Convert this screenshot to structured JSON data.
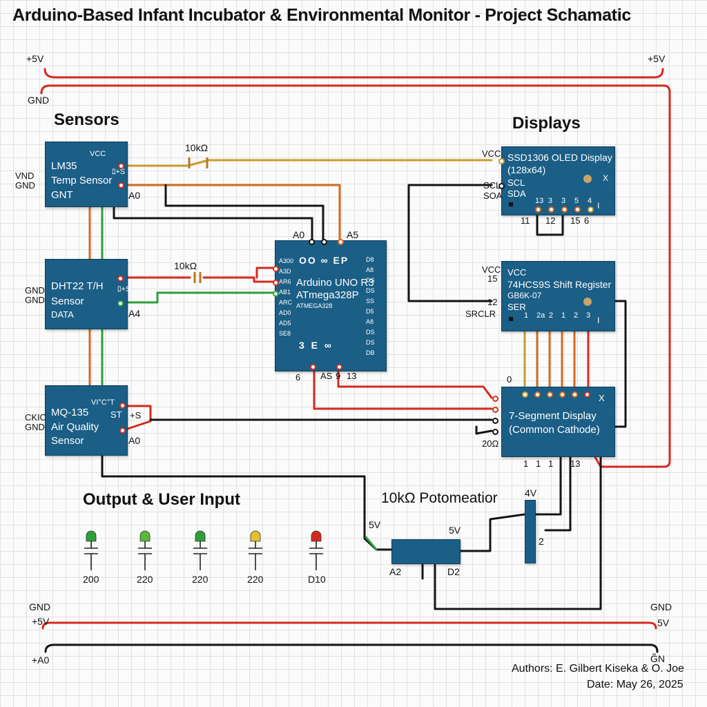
{
  "title": "Arduino-Based Infant Incubator & Environmental Monitor - Project Schamatic",
  "rails": {
    "top_left_label": "+5V",
    "top_right_label": "+5V",
    "top_gnd_label": "GND",
    "bottom_gnd_left": "GND",
    "bottom_5v_left": "+5V",
    "bottom_a0_left": "+A0",
    "bottom_gnd_right": "GND",
    "bottom_5v_right": "5V",
    "bottom_gnd_right2": "G̃N"
  },
  "sections": {
    "sensors": "Sensors",
    "displays": "Displays",
    "output": "Output & User Input"
  },
  "lm35": {
    "line1": "LM35",
    "line2": "Temp Sensor",
    "line3": "GNT",
    "vcc": "VCC",
    "pin_r": "ﾛ+S",
    "a0": "A0",
    "left1": "VND",
    "left2": "GND"
  },
  "dht22": {
    "line1": "DHT22 T/H",
    "line2": "Sensor",
    "line3": "DATA",
    "pin_r": "ﾛ+S",
    "a4": "A4",
    "left1": "GND",
    "left2": "GND"
  },
  "mq135": {
    "line1": "MQ-135",
    "line2": "Air Quality",
    "line3": "Sensor",
    "top": "VI°C°T",
    "st": "ST",
    "pin_r": "+S",
    "a0": "A0",
    "left1": "CKIC",
    "left2": "GND"
  },
  "resistors": {
    "r1": "10kΩ",
    "r2": "10kΩ"
  },
  "arduino": {
    "line1": "Arduino UNO R3",
    "line2": "ATmega328P",
    "line3": "ATMEGA328",
    "top_a0": "A0",
    "top_a5": "A5",
    "bottom_6": "6",
    "bottom_as": "AS",
    "bottom_13": "13",
    "bottom_9": "9",
    "left_pins": [
      "A300",
      "A3D",
      "AR6",
      "AB1",
      "ARC",
      "AD0",
      "AD5",
      "SE8"
    ],
    "right_pins": [
      "D8",
      "A8",
      "DS",
      "DS",
      "SS",
      "D5",
      "A8",
      "DS",
      "DS",
      "DB"
    ],
    "logo_top": "OO ∞ EP",
    "logo_bottom": "3 E ∞"
  },
  "oled": {
    "line1": "SSD1306 OLED Display",
    "line2": "(128x64)",
    "line3": "SCL",
    "line4": "SDA",
    "x": "X",
    "vcc": "VCC",
    "scl": "SCL",
    "soa": "SOA",
    "bottom_pins": [
      "13",
      "3",
      "3",
      "5",
      "4"
    ],
    "below_pins": [
      "11",
      "12",
      "15",
      "6"
    ],
    "i": "I"
  },
  "shift": {
    "line1": "VCC",
    "line2": "74HCS9S Shift Register",
    "line3": "GB6K-07",
    "line4": "SER",
    "vcc": "VCC",
    "n15": "15",
    "n12": "12",
    "srclr": "SRCLR",
    "bottom_pins": [
      "1",
      "2a",
      "2",
      "1",
      "2",
      "3"
    ],
    "i": "I"
  },
  "seg": {
    "line1": "7-Segment Display",
    "line2": "(Common Cathode)",
    "x": "X",
    "top0": "0",
    "left_200": "20Ω",
    "bottom_13": "13",
    "bottom_small": [
      "1",
      "1",
      "1"
    ]
  },
  "pot": {
    "title": "10kΩ Potomeatior",
    "v4": "4V",
    "n2": "2",
    "v5a": "5V",
    "v5b": "5V",
    "a2": "A2",
    "d2": "D2"
  },
  "leds": [
    {
      "label": "200",
      "color": "#2e9e3a"
    },
    {
      "label": "220",
      "color": "#5ab83a"
    },
    {
      "label": "220",
      "color": "#2e9e3a"
    },
    {
      "label": "220",
      "color": "#e6c02a"
    },
    {
      "label": "D10",
      "color": "#d42a1e"
    }
  ],
  "footer": {
    "authors": "Authors: E. Gilbert Kiseka & O. Joe",
    "date": "Date: May 26, 2025"
  },
  "colors": {
    "red_wire": "#d42a1e",
    "black_wire": "#141414",
    "green_wire": "#2e9e3a",
    "orange_wire": "#d2691e",
    "gold_wire": "#c99a2e",
    "module_blue": "#1b5e86"
  }
}
